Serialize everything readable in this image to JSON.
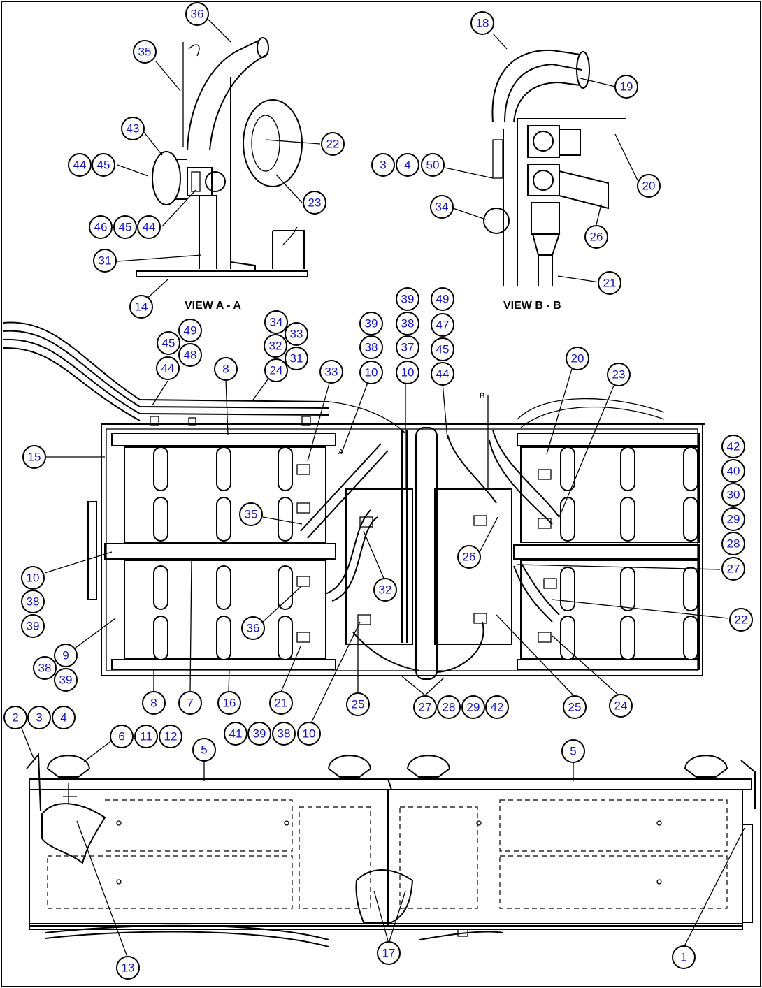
{
  "views": {
    "a": {
      "title": "VIEW A - A"
    },
    "b": {
      "title": "VIEW B - B"
    }
  },
  "callouts": {
    "view_a": [
      "36",
      "35",
      "43",
      "22",
      "44",
      "45",
      "23",
      "46",
      "45",
      "44",
      "31",
      "14"
    ],
    "view_b": [
      "18",
      "19",
      "20",
      "3",
      "4",
      "50",
      "34",
      "26",
      "21"
    ],
    "top_left": [
      "49",
      "45",
      "48",
      "44",
      "34",
      "33",
      "32",
      "31",
      "24",
      "8",
      "33"
    ],
    "top_middle": [
      "39",
      "49",
      "39",
      "38",
      "47",
      "38",
      "37",
      "45",
      "10",
      "10",
      "44",
      "20",
      "23"
    ],
    "right": [
      "42",
      "40",
      "30",
      "29",
      "28",
      "27",
      "22"
    ],
    "left": [
      "15",
      "10",
      "38",
      "39",
      "9",
      "38",
      "39"
    ],
    "interior": [
      "35",
      "26",
      "32",
      "36",
      "25",
      "21",
      "25",
      "24"
    ],
    "bottom_row": [
      "8",
      "7",
      "16",
      "27",
      "28",
      "29",
      "42",
      "41",
      "39",
      "38",
      "10"
    ],
    "battery_box": [
      "2",
      "3",
      "4",
      "6",
      "11",
      "12",
      "5",
      "5",
      "13",
      "17",
      "1"
    ]
  },
  "labels": {
    "section_a": "A",
    "section_b": "B"
  }
}
